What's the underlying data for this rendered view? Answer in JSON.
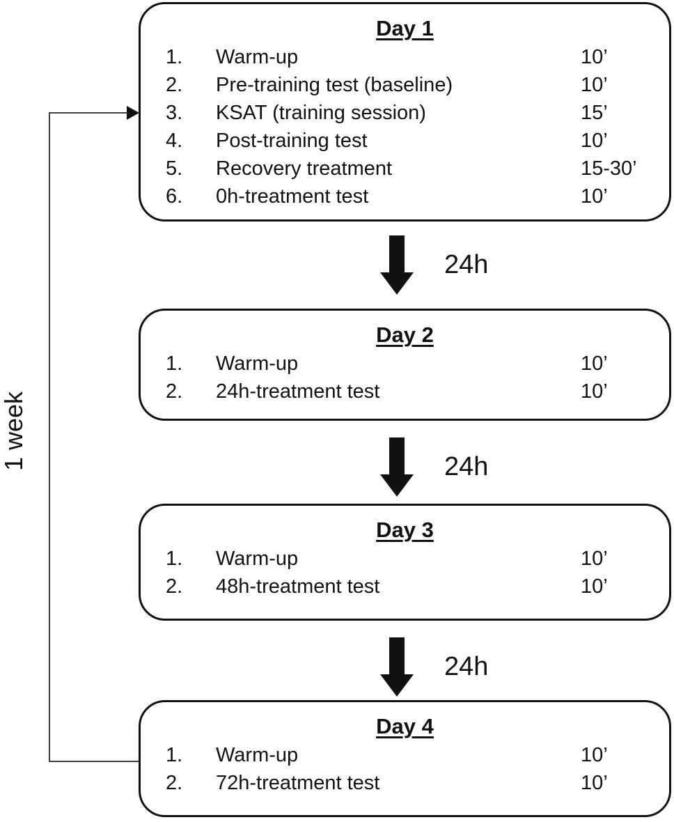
{
  "diagram": {
    "loop_label": "1 week",
    "boxes": [
      {
        "title": "Day 1",
        "items": [
          {
            "num": "1.",
            "label": "Warm-up",
            "duration": "10’"
          },
          {
            "num": "2.",
            "label": "Pre-training test (baseline)",
            "duration": "10’"
          },
          {
            "num": "3.",
            "label": "KSAT (training session)",
            "duration": "15’"
          },
          {
            "num": "4.",
            "label": "Post-training test",
            "duration": "10’"
          },
          {
            "num": "5.",
            "label": "Recovery treatment",
            "duration": "15-30’"
          },
          {
            "num": "6.",
            "label": "0h-treatment test",
            "duration": "10’"
          }
        ]
      },
      {
        "title": "Day 2",
        "items": [
          {
            "num": "1.",
            "label": "Warm-up",
            "duration": "10’"
          },
          {
            "num": "2.",
            "label": "24h-treatment test",
            "duration": "10’"
          }
        ]
      },
      {
        "title": "Day 3",
        "items": [
          {
            "num": "1.",
            "label": "Warm-up",
            "duration": "10’"
          },
          {
            "num": "2.",
            "label": "48h-treatment test",
            "duration": "10’"
          }
        ]
      },
      {
        "title": "Day 4",
        "items": [
          {
            "num": "1.",
            "label": "Warm-up",
            "duration": "10’"
          },
          {
            "num": "2.",
            "label": "72h-treatment test",
            "duration": "10’"
          }
        ]
      }
    ],
    "arrows": [
      {
        "label": "24h"
      },
      {
        "label": "24h"
      },
      {
        "label": "24h"
      }
    ],
    "colors": {
      "ink": "#111111",
      "loop_line": "#3f3f3f",
      "background": "#ffffff"
    }
  }
}
